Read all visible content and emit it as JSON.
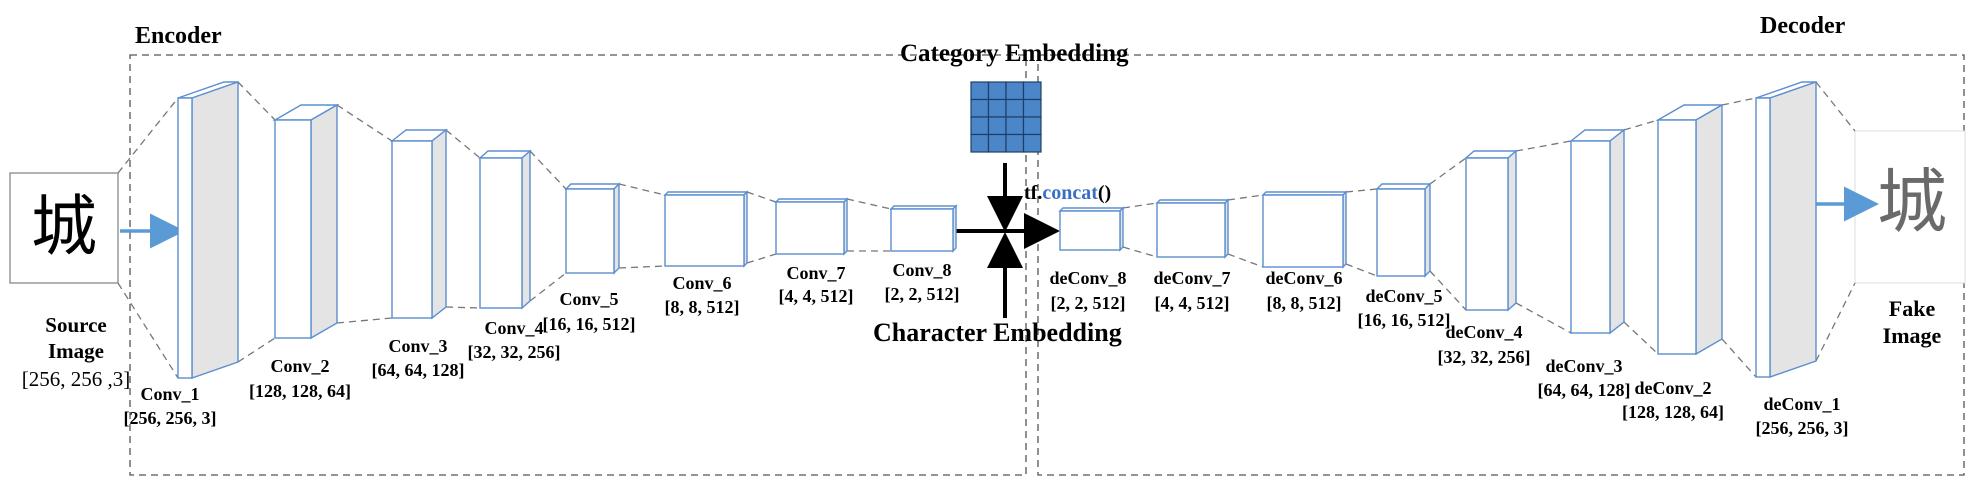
{
  "titles": {
    "encoder": "Encoder",
    "decoder": "Decoder",
    "category_embedding": "Category Embedding",
    "character_embedding": "Character Embedding"
  },
  "concat": {
    "prefix": "tf.",
    "func": "concat",
    "suffix": "()"
  },
  "source": {
    "glyph": "城",
    "label_line1": "Source",
    "label_line2": "Image",
    "shape": "[256, 256 ,3]"
  },
  "fake": {
    "glyph": "城",
    "label_line1": "Fake",
    "label_line2": "Image"
  },
  "encoder_layers": [
    {
      "name": "Conv_1",
      "shape": "[256, 256, 3]"
    },
    {
      "name": "Conv_2",
      "shape": "[128, 128, 64]"
    },
    {
      "name": "Conv_3",
      "shape": "[64, 64, 128]"
    },
    {
      "name": "Conv_4",
      "shape": "[32, 32, 256]"
    },
    {
      "name": "Conv_5",
      "shape": "[16, 16, 512]"
    },
    {
      "name": "Conv_6",
      "shape": "[8, 8, 512]"
    },
    {
      "name": "Conv_7",
      "shape": "[4, 4, 512]"
    },
    {
      "name": "Conv_8",
      "shape": "[2, 2, 512]"
    }
  ],
  "decoder_layers": [
    {
      "name": "deConv_8",
      "shape": "[2, 2, 512]"
    },
    {
      "name": "deConv_7",
      "shape": "[4, 4, 512]"
    },
    {
      "name": "deConv_6",
      "shape": "[8, 8, 512]"
    },
    {
      "name": "deConv_5",
      "shape": "[16, 16, 512]"
    },
    {
      "name": "deConv_4",
      "shape": "[32, 32, 256]"
    },
    {
      "name": "deConv_3",
      "shape": "[64, 64, 128]"
    },
    {
      "name": "deConv_2",
      "shape": "[128, 128, 64]"
    },
    {
      "name": "deConv_1",
      "shape": "[256, 256, 3]"
    }
  ],
  "colors": {
    "layer_edge": "#5b8fd0",
    "layer_side": "#e4e4e4",
    "embedding_grid": "#4a86c8",
    "arrow_blue": "#5b9bd5",
    "concat_blue": "#3a6fc4"
  }
}
